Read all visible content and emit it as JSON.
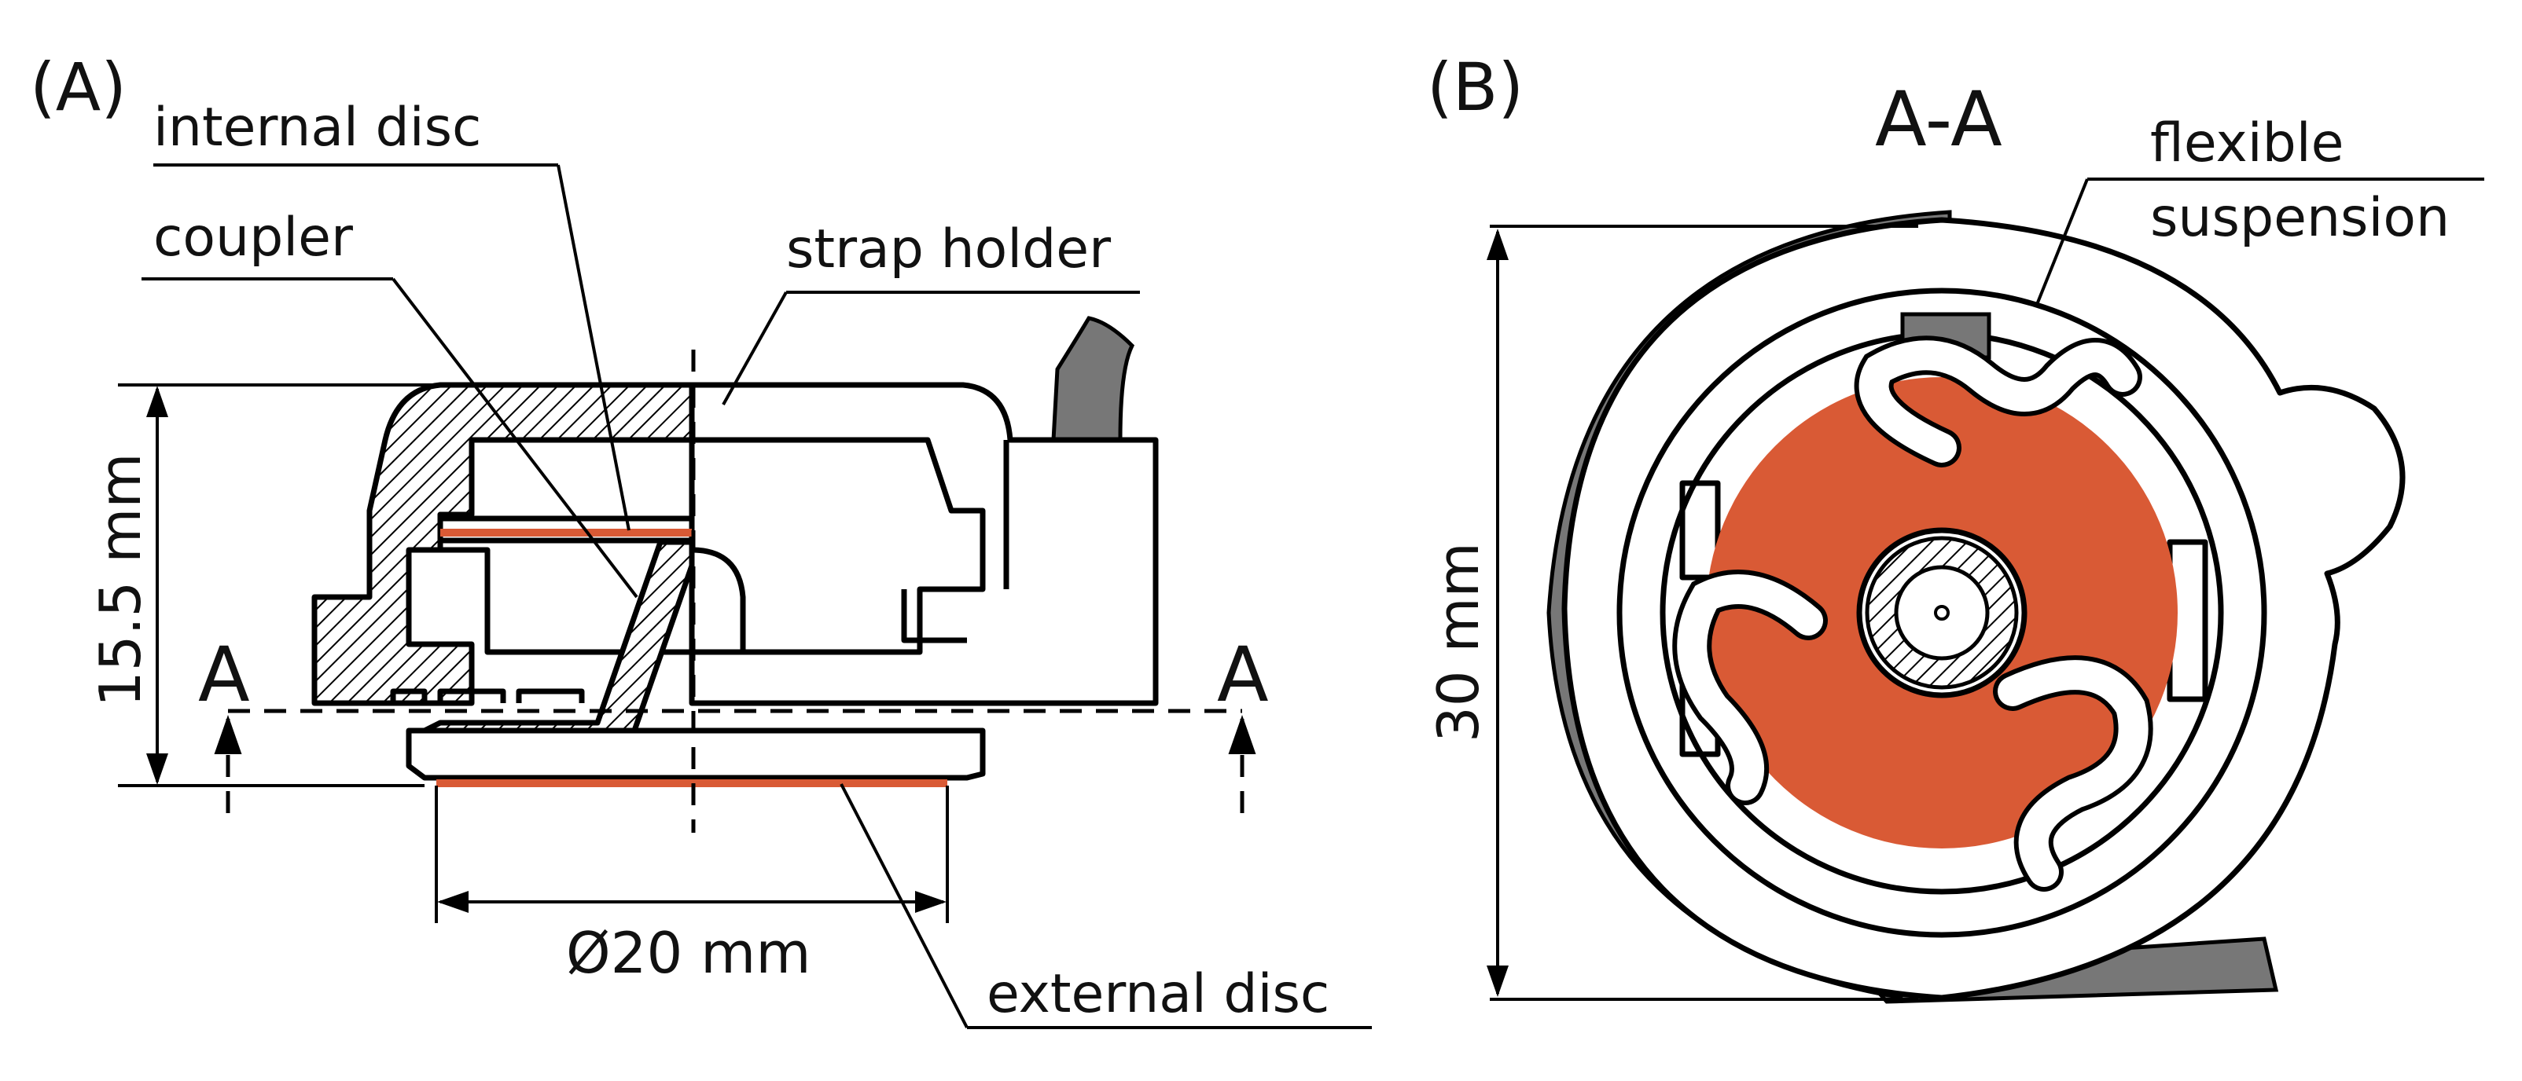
{
  "colors": {
    "membrane": "#d95a35",
    "strap": "#777777",
    "outline": "#000000",
    "background": "#ffffff"
  },
  "panel_a": {
    "tag": "(A)",
    "labels": {
      "internal_disc": "internal disc",
      "coupler": "coupler",
      "strap_holder": "strap holder",
      "external_disc": "external disc"
    },
    "dimensions": {
      "height": "15.5 mm",
      "diameter": "Ø20 mm"
    },
    "section_markers": [
      "A",
      "A"
    ]
  },
  "panel_b": {
    "tag": "(B)",
    "section_title": "A-A",
    "labels": {
      "flexible_suspension_line1": "flexible",
      "flexible_suspension_line2": "suspension"
    },
    "dimensions": {
      "height": "30 mm"
    }
  }
}
